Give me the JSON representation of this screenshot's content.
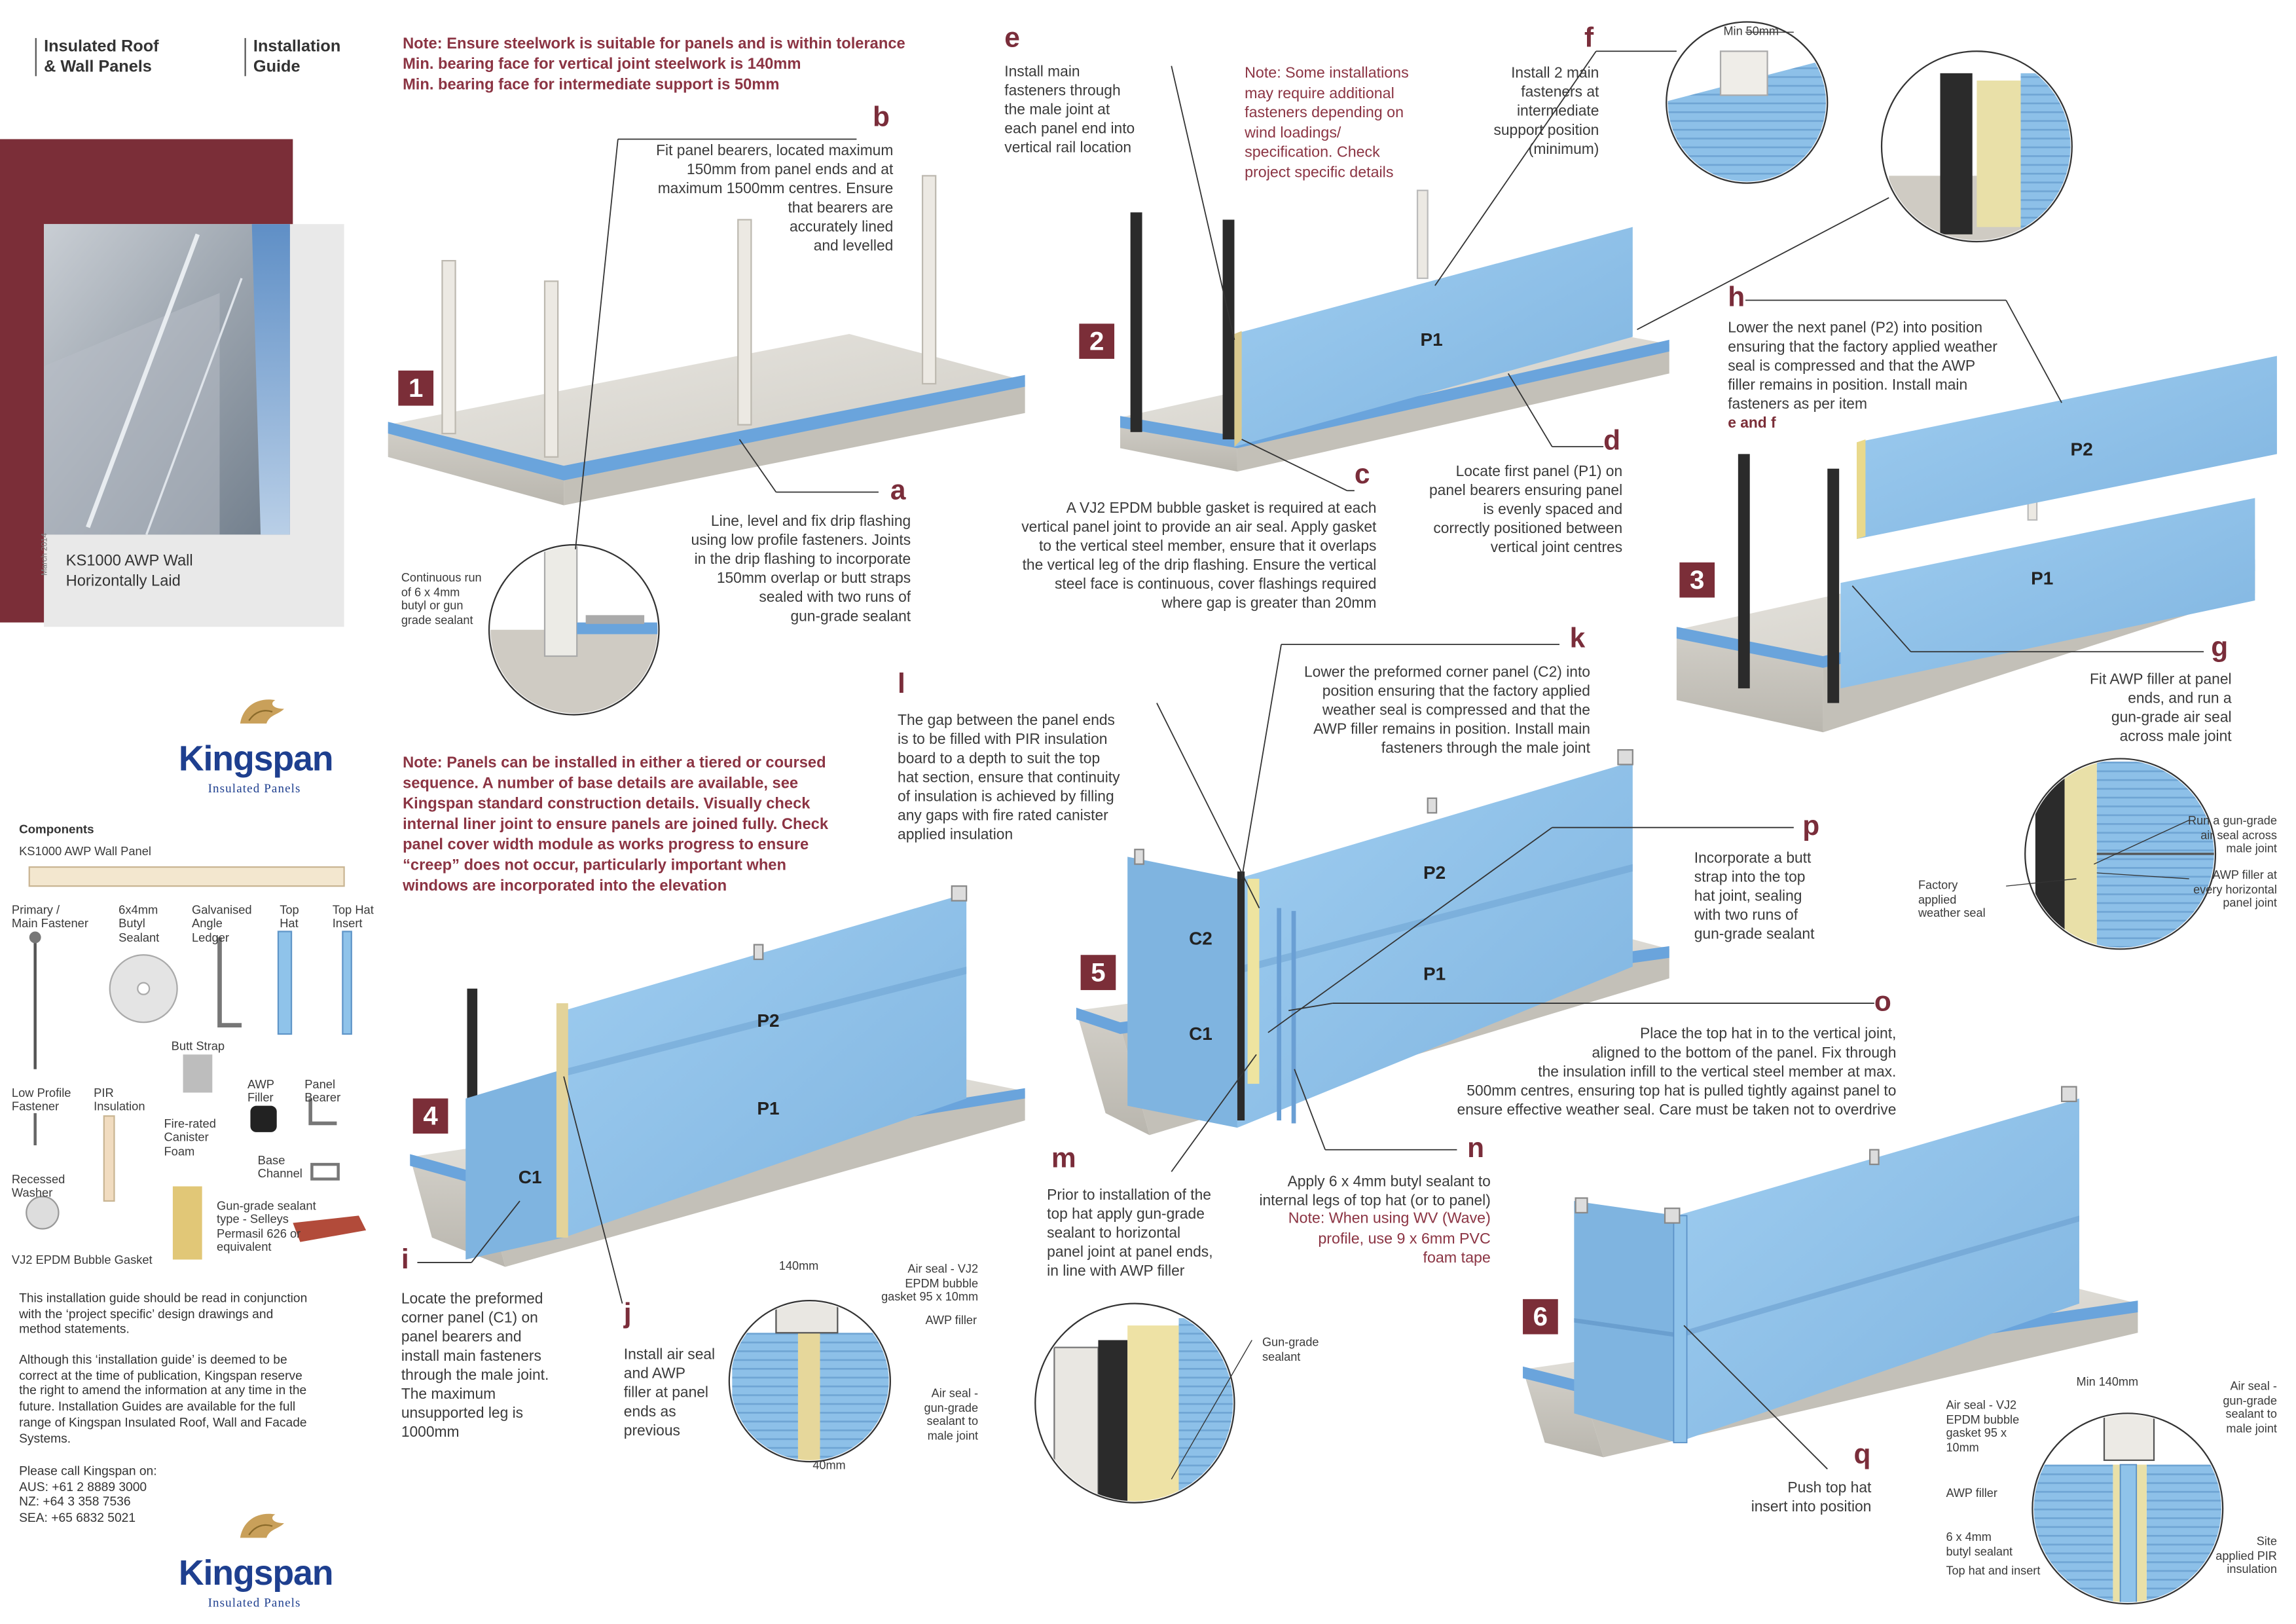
{
  "header": {
    "product_group": "Insulated Roof\n& Wall Panels",
    "doc_type": "Installation\nGuide"
  },
  "cover": {
    "product_title": "KS1000 AWP Wall\nHorizontally Laid",
    "date": "March 2014"
  },
  "brand": {
    "name": "Kingspan",
    "tagline": "Insulated Panels",
    "accent_color": "#7b2e38",
    "note_color": "#8b3443",
    "panel_color": "#8dc0e8"
  },
  "top_note": "Note: Ensure steelwork is suitable for panels and is within tolerance\nMin. bearing face for vertical joint steelwork is 140mm\nMin. bearing face for intermediate support is 50mm",
  "mid_note": "Note: Panels can be installed in either a tiered or coursed\nsequence. A number of base details are available, see\nKingspan standard construction details. Visually check\ninternal liner joint to ensure panels are joined fully. Check\npanel cover width module as works progress to ensure\n“creep” does not occur, particularly important when\nwindows are incorporated into the elevation",
  "components": {
    "title": "Components",
    "panel_label": "KS1000 AWP Wall Panel",
    "items": [
      "Primary /\nMain Fastener",
      "6x4mm\nButyl\nSealant",
      "Galvanised\nAngle\nLedger",
      "Top\nHat",
      "Top Hat\nInsert",
      "Butt Strap",
      "Low Profile\nFastener",
      "PIR\nInsulation",
      "AWP\nFiller",
      "Panel\nBearer",
      "Fire-rated\nCanister\nFoam",
      "Base\nChannel",
      "Recessed\nWasher",
      "Gun-grade sealant\ntype - Selleys\nPermasil 626 or\nequivalent",
      "VJ2 EPDM Bubble Gasket"
    ]
  },
  "disclaimer": {
    "p1": "This installation guide should be read in conjunction\nwith the ‘project specific’ design drawings and\nmethod statements.",
    "p2": "Although this ‘installation guide’ is deemed to be\ncorrect at the time of publication, Kingspan reserve\nthe right to amend the information at any time in the\nfuture. Installation Guides are available for the full\nrange of Kingspan Insulated Roof, Wall and Facade\nSystems.",
    "p3": "Please call Kingspan on:\nAUS: +61 2 8889 3000\nNZ: +64 3 358 7536\nSEA: +65 6832 5021"
  },
  "steps": [
    "1",
    "2",
    "3",
    "4",
    "5",
    "6"
  ],
  "panel_tags": {
    "p1": "P1",
    "p2": "P2",
    "c1": "C1",
    "c2": "C2"
  },
  "items": {
    "a": {
      "letter": "a",
      "text": "Line, level and fix drip flashing\nusing low profile fasteners. Joints\nin the drip flashing to incorporate\n150mm overlap or  butt straps\nsealed with two runs of\ngun-grade sealant"
    },
    "b": {
      "letter": "b",
      "text": "Fit panel bearers, located maximum\n150mm from panel ends and at\nmaximum 1500mm centres. Ensure\nthat bearers are\naccurately lined\nand levelled"
    },
    "c": {
      "letter": "c",
      "text": "A VJ2 EPDM bubble gasket is required at each\nvertical panel joint to provide an air seal. Apply gasket\nto the vertical steel member, ensure that it overlaps\nthe vertical leg of the drip flashing. Ensure the vertical\nsteel face is continuous, cover flashings required\nwhere gap is greater than 20mm"
    },
    "d": {
      "letter": "d",
      "text": "Locate first panel (P1) on\npanel bearers ensuring panel\nis evenly spaced and\ncorrectly positioned between\nvertical joint centres"
    },
    "e": {
      "letter": "e",
      "text": "Install main\nfasteners through\nthe male joint at\neach panel end into\nvertical rail location"
    },
    "e_note": "Note: Some installations\nmay require additional\nfasteners depending on\nwind loadings/\nspecification. Check\nproject specific details",
    "f": {
      "letter": "f",
      "text": "Install 2 main\nfasteners at\nintermediate\nsupport position\n(minimum)"
    },
    "g": {
      "letter": "g",
      "text": "Fit AWP filler at panel\nends, and run a\ngun-grade air seal\nacross male joint"
    },
    "h": {
      "letter": "h",
      "text": "Lower the next panel (P2) into position\nensuring that the factory applied weather\nseal is compressed and that the AWP\nfiller remains in position. Install main\nfasteners as per item",
      "tail": "e and f"
    },
    "i": {
      "letter": "i",
      "text": "Locate the preformed\ncorner panel (C1) on\npanel bearers and\ninstall main fasteners\nthrough the male joint.\nThe maximum\nunsupported leg is\n1000mm"
    },
    "j": {
      "letter": "j",
      "text": "Install air seal\nand AWP\nfiller at panel\nends as\nprevious"
    },
    "k": {
      "letter": "k",
      "text": "Lower the preformed corner panel (C2) into\nposition ensuring that the factory applied\nweather seal is compressed and that the\nAWP filler remains in position. Install main\nfasteners through the male joint"
    },
    "l": {
      "letter": "l",
      "text": "The gap between the panel ends\nis to be filled with PIR insulation\nboard to a depth to suit the top\nhat section, ensure that continuity\nof insulation is achieved by filling\nany gaps with fire rated canister\napplied insulation"
    },
    "m": {
      "letter": "m",
      "text": "Prior to installation of the\ntop hat apply gun-grade\nsealant to horizontal\npanel joint at panel ends,\nin line with AWP filler"
    },
    "n": {
      "letter": "n",
      "text": "Apply 6 x 4mm butyl sealant to\ninternal legs of top hat (or to panel)",
      "note": "Note: When using WV (Wave)\nprofile, use 9 x 6mm PVC\nfoam tape"
    },
    "o": {
      "letter": "o",
      "text": "Place the top hat in to the vertical joint,\naligned to the bottom of the panel. Fix through\nthe insulation infill to the vertical steel member at max.\n500mm centres, ensuring top hat is pulled tightly against panel to\nensure effective weather seal. Care must be taken not to overdrive"
    },
    "p": {
      "letter": "p",
      "text": "Incorporate a butt\nstrap into the top\nhat joint, sealing\nwith two runs of\ngun-grade sealant"
    },
    "q": {
      "letter": "q",
      "text": "Push top hat\ninsert into position"
    }
  },
  "callouts": {
    "butyl_run": "Continuous run\nof 6 x 4mm\nbutyl or gun\ngrade sealant",
    "min50": "Min 50mm",
    "g_air_seal": "Run a gun-grade\nair seal across\nmale joint",
    "g_factory_seal": "Factory\napplied\nweather seal",
    "g_awp_filler": "AWP filler at\nevery horizontal\npanel joint",
    "j_140": "140mm",
    "j_40": "40mm",
    "j_air_seal_vj2": "Air seal - VJ2\nEPDM bubble\ngasket 95 x 10mm",
    "j_awp_filler": "AWP filler",
    "j_air_seal_gun": "Air seal -\ngun-grade\nsealant to\nmale joint",
    "m_gun_sealant": "Gun-grade\nsealant",
    "q_min140": "Min 140mm",
    "q_air_seal_vj2": "Air seal - VJ2\nEPDM bubble\ngasket 95 x\n10mm",
    "q_air_seal_gun": "Air seal -\ngun-grade\nsealant to\nmale joint",
    "q_awp_filler": "AWP filler",
    "q_butyl": "6 x 4mm\nbutyl sealant",
    "q_top_hat": "Top hat and insert",
    "q_pir": "Site\napplied PIR\ninsulation"
  }
}
